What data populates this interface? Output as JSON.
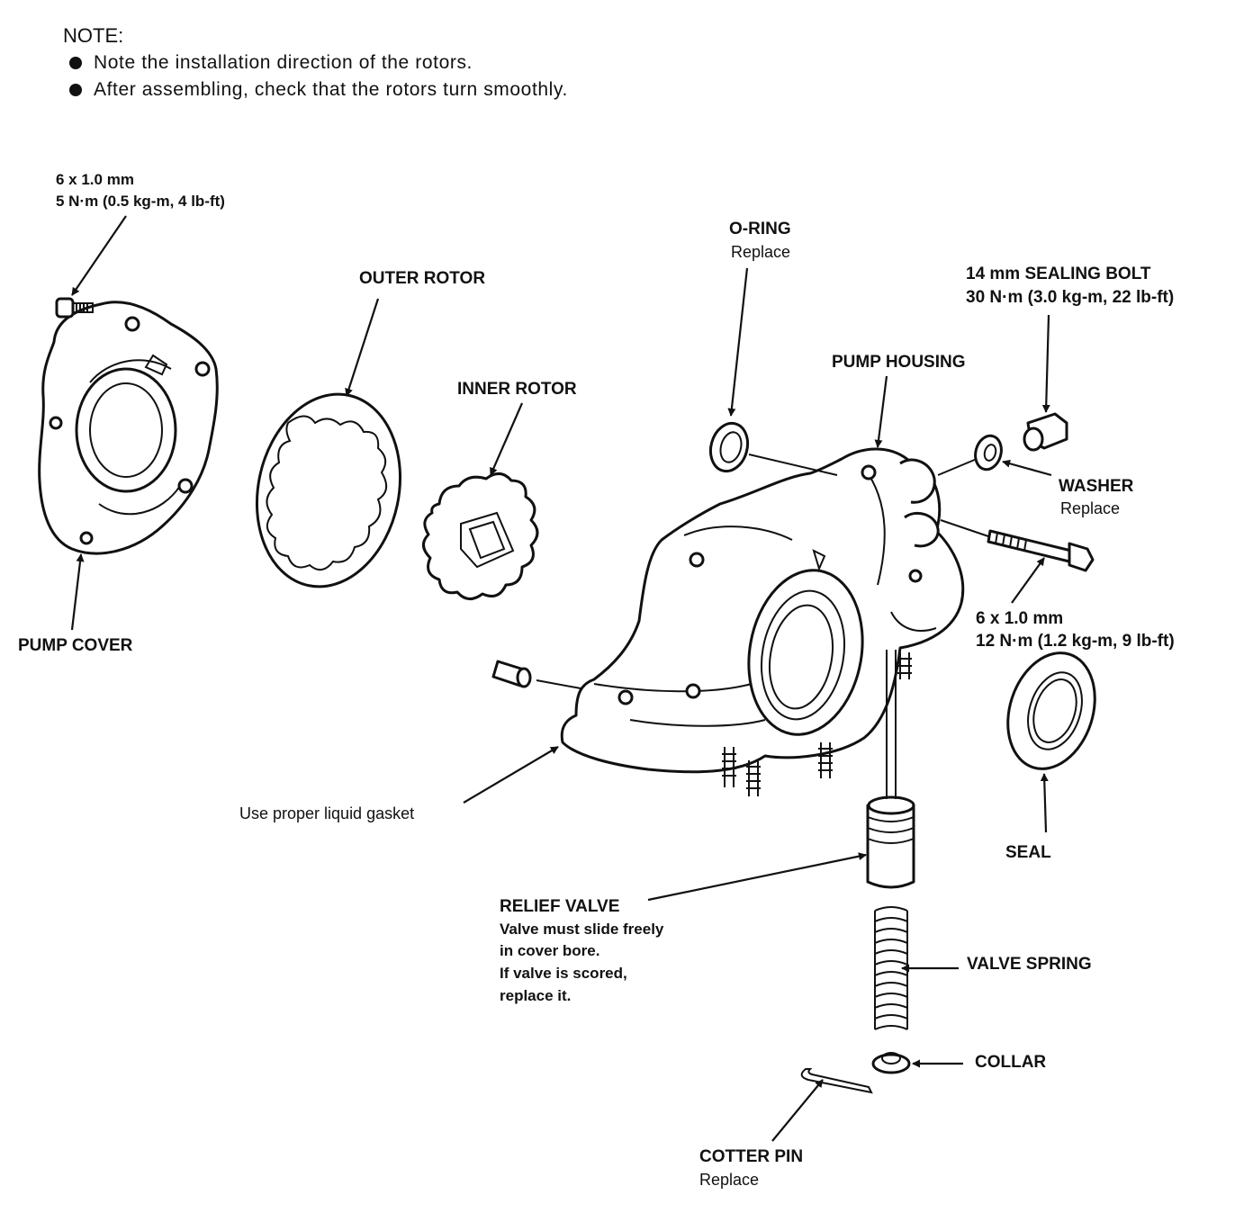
{
  "note": {
    "heading": "NOTE:",
    "items": [
      "Note the installation direction of the rotors.",
      "After assembling, check that the rotors turn  smoothly."
    ]
  },
  "labels": {
    "cover_bolt": {
      "line1": "6 x 1.0 mm",
      "line2": "5 N·m (0.5 kg-m, 4 lb-ft)"
    },
    "outer_rotor": "OUTER ROTOR",
    "inner_rotor": "INNER ROTOR",
    "pump_cover": "PUMP COVER",
    "o_ring": {
      "title": "O-RING",
      "sub": "Replace"
    },
    "pump_housing": "PUMP HOUSING",
    "sealing_bolt": {
      "line1": "14 mm SEALING BOLT",
      "line2": "30 N·m (3.0 kg-m, 22 lb-ft)"
    },
    "washer": {
      "title": "WASHER",
      "sub": "Replace"
    },
    "housing_bolt": {
      "line1": "6 x 1.0 mm",
      "line2": "12 N·m (1.2 kg-m, 9 lb-ft)"
    },
    "seal": "SEAL",
    "liquid_gasket": "Use proper liquid gasket",
    "relief_valve": {
      "title": "RELIEF VALVE",
      "lines": [
        "Valve must slide freely",
        "in cover bore.",
        "If valve is scored,",
        "replace it."
      ]
    },
    "valve_spring": "VALVE SPRING",
    "collar": "COLLAR",
    "cotter_pin": {
      "title": "COTTER PIN",
      "sub": "Replace"
    }
  }
}
